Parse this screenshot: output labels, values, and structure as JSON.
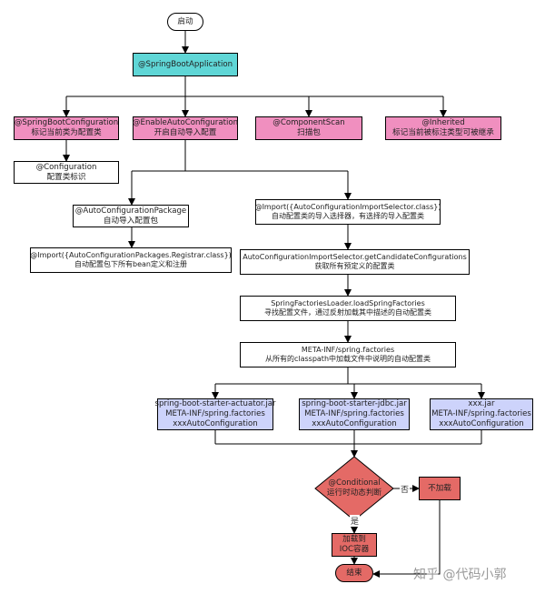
{
  "nodes": {
    "start": {
      "l1": "启动"
    },
    "app": {
      "l1": "@SpringBootApplication"
    },
    "sbc": {
      "l1": "@SpringBootConfiguration",
      "l2": "标记当前类为配置类"
    },
    "eac": {
      "l1": "@EnableAutoConfiguration",
      "l2": "开启自动导入配置"
    },
    "cs": {
      "l1": "@ComponentScan",
      "l2": "扫描包"
    },
    "inh": {
      "l1": "@Inherited",
      "l2": "标记当前被标注类型可被继承"
    },
    "conf": {
      "l1": "@Configuration",
      "l2": "配置类标识"
    },
    "acp": {
      "l1": "@AutoConfigurationPackage",
      "l2": "自动导入配置包"
    },
    "imp_sel": {
      "l1": "@Import({AutoConfigurationImportSelector.class})",
      "l2": "自动配置类的导入选择器，有选择的导入配置类"
    },
    "imp_reg": {
      "l1": "@Import({AutoConfigurationPackages.Registrar.class})",
      "l2": "自动配置包下所有bean定义和注册"
    },
    "getcc": {
      "l1": "AutoConfigurationImportSelector.getCandidateConfigurations",
      "l2": "获取所有预定义的配置类"
    },
    "sfl": {
      "l1": "SpringFactoriesLoader.loadSpringFactories",
      "l2": "寻找配置文件，通过反射加载其中描述的自动配置类"
    },
    "meta": {
      "l1": "META-INF/spring.factories",
      "l2": "从所有的classpath中加载文件中说明的自动配置类"
    },
    "jar1": {
      "l1": "spring-boot-starter-actuator.jar",
      "l2": "META-INF/spring.factories",
      "l3": "xxxAutoConfiguration"
    },
    "jar2": {
      "l1": "spring-boot-starter-jdbc.jar",
      "l2": "META-INF/spring.factories",
      "l3": "xxxAutoConfiguration"
    },
    "jar3": {
      "l1": "xxx.jar",
      "l2": "META-INF/spring.factories",
      "l3": "xxxAutoConfiguration"
    },
    "cond": {
      "l1": "@Conditional",
      "l2": "运行时动态判断"
    },
    "noload": {
      "l1": "不加载"
    },
    "load": {
      "l1": "加载到",
      "l2": "IOC容器"
    },
    "end": {
      "l1": "结束"
    }
  },
  "edge_labels": {
    "no": "否",
    "yes": "是"
  },
  "watermark": "知乎 @代码小郭",
  "colors": {
    "cyan": "#5fd6d6",
    "pink": "#f08fbf",
    "lavender": "#cdd3fb",
    "red": "#e46a66"
  }
}
